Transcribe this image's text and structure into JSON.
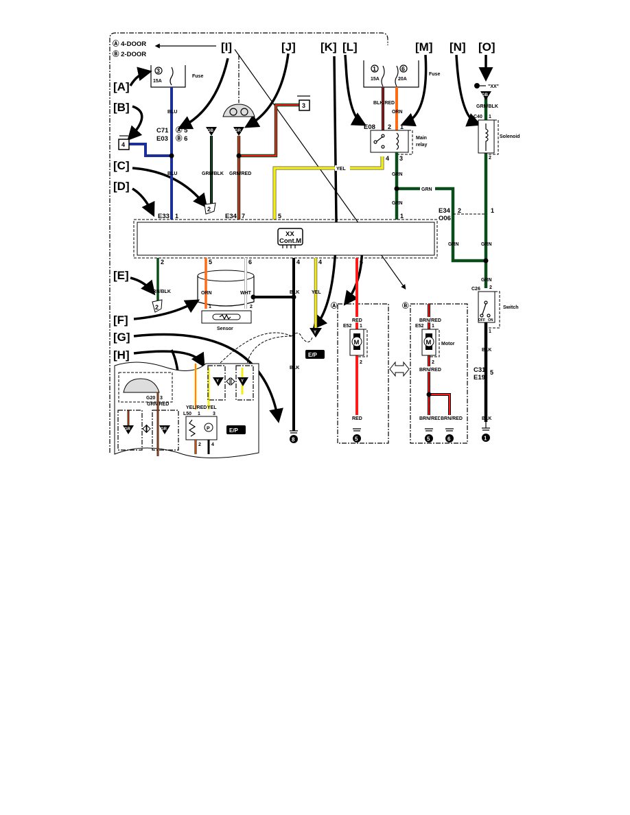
{
  "callouts": [
    "[A]",
    "[B]",
    "[C]",
    "[D]",
    "[E]",
    "[F]",
    "[G]",
    "[H]",
    "[I]",
    "[J]",
    "[K]",
    "[L]",
    "[M]",
    "[N]",
    "[O]"
  ],
  "legend": {
    "a": "Ⓐ 4-DOOR",
    "b": "Ⓑ 2-DOOR"
  },
  "fuse_left": {
    "label": "Fuse",
    "number": "3",
    "rating": "15A"
  },
  "fuse_right": {
    "label": "Fuse",
    "f1_number": "1",
    "f1_rating": "15A",
    "f2_number": "6",
    "f2_rating": "20A"
  },
  "wires": {
    "blu": "BLU",
    "grn_blk": "GRN/BLK",
    "grn_red": "GRN/RED",
    "yel": "YEL",
    "blk_red": "BLK/RED",
    "orn": "ORN",
    "grn": "GRN",
    "wht": "WHT",
    "blk": "BLK",
    "red": "RED",
    "brn_red": "BRN/RED",
    "yel_red": "YEL/RED"
  },
  "connectors": {
    "c71": "C71",
    "e03": "E03",
    "c71_a": "Ⓐ 5",
    "c71_b": "Ⓑ 6",
    "e33": "E33",
    "e34": "E34",
    "e08": "E08",
    "c40": "C40",
    "o06": "O06",
    "c26": "C26",
    "c31": "C31",
    "e19": "E19",
    "e52": "E52",
    "g20": "G20",
    "l50": "L50"
  },
  "pins": [
    "1",
    "2",
    "3",
    "4",
    "5",
    "6",
    "7"
  ],
  "reference_boxes": {
    "left": "4",
    "top": "3"
  },
  "ground_labels": {
    "box_a": "GB",
    "meter": "GR",
    "solenoid": "GB",
    "y": "Y"
  },
  "components": {
    "controller_line1": "XX",
    "controller_line2": "Cont.M",
    "main_relay_1": "Main",
    "main_relay_2": "relay",
    "solenoid": "Solenoid",
    "switch": "Switch",
    "switch_off": "OFF",
    "switch_on": "ON",
    "sensor": "Sensor",
    "motor": "Motor",
    "motor_symbol": "M",
    "pump_symbol": "P",
    "key_label": "\"XX\"",
    "ep_badge": "E/P"
  },
  "section_markers": {
    "a": "Ⓐ",
    "b": "Ⓑ"
  },
  "grounds": {
    "g1": "1",
    "g5": "5",
    "g6": "6",
    "g8": "8"
  },
  "colors": {
    "blu": "#1a2f9a",
    "grn": "#0b4d1a",
    "red": "#ff1a1a",
    "orn": "#ff6a14",
    "yel": "#f5ee10",
    "blk": "#000000"
  }
}
